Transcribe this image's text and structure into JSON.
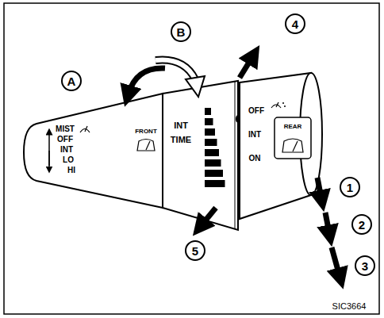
{
  "diagram": {
    "labels": [
      "MIST",
      "OFF",
      "INT",
      "LO",
      "HI",
      "FRONT",
      "INT",
      "TIME",
      "OFF",
      "INT",
      "ON",
      "REAR",
      "A",
      "B",
      "4",
      "1",
      "2",
      "3",
      "5",
      "SIC3664"
    ]
  }
}
